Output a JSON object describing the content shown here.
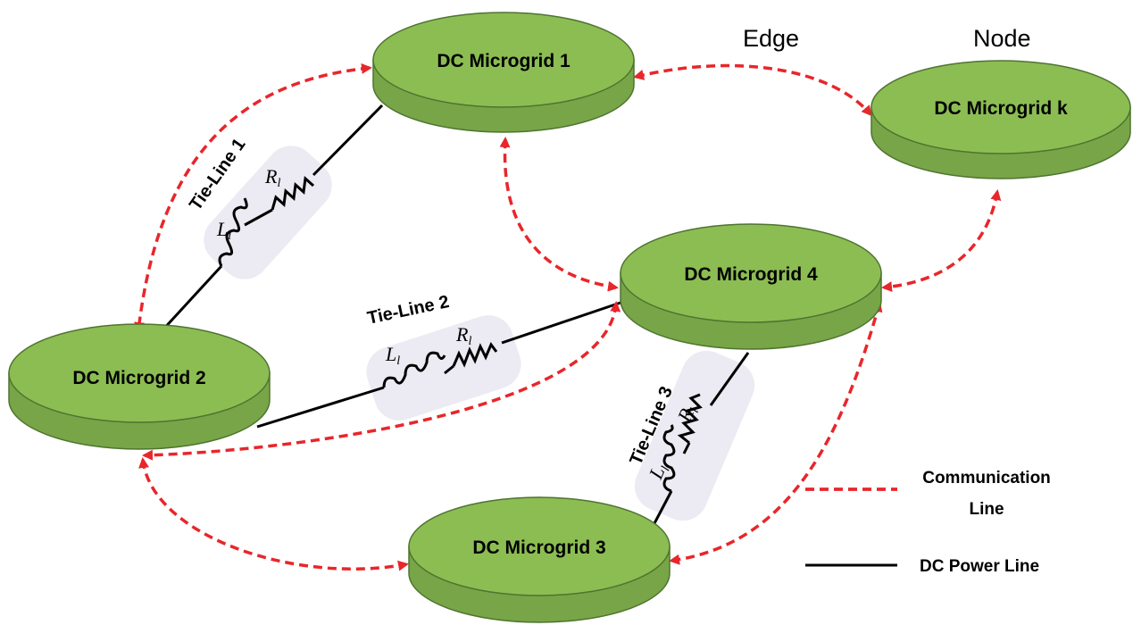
{
  "header": {
    "edge_label": "Edge",
    "node_label": "Node"
  },
  "nodes": {
    "mg1": "DC Microgrid 1",
    "mg2": "DC Microgrid 2",
    "mg3": "DC Microgrid 3",
    "mg4": "DC Microgrid 4",
    "mgk": "DC Microgrid k"
  },
  "tie_lines": {
    "t1": "Tie-Line 1",
    "t2": "Tie-Line 2",
    "t3": "Tie-Line 3"
  },
  "symbols": {
    "inductor": "L",
    "resistor": "R",
    "subscript": "l"
  },
  "legend": {
    "communication_line_1": "Communication",
    "communication_line_2": "Line",
    "dc_power_line": "DC Power Line"
  },
  "colors": {
    "communication": "#e8262b",
    "power": "#000000",
    "disk_top": "#8cbd53",
    "disk_side": "#78a547",
    "tie_pad": "#eceaf2"
  }
}
